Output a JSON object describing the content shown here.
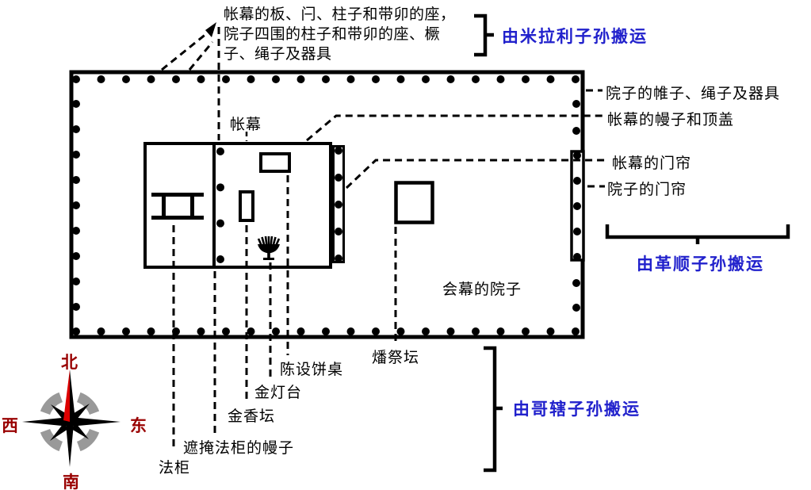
{
  "colors": {
    "carrier_text_blue": "#2121cc",
    "compass_label_red": "#990000",
    "compass_needle_red": "#dd0000",
    "compass_ring_gray": "#999999",
    "diagram_black": "#000000"
  },
  "notes": {
    "merari_items_lines": [
      "帐幕的板、闩、柱子和带卯的座，",
      "院子四围的柱子和带卯的座、橛",
      "子、绳子及器具"
    ]
  },
  "carriers": {
    "merari": "由米拉利子孙搬运",
    "gershon": "由革顺子孙搬运",
    "kohath": "由哥辖子孙搬运"
  },
  "labels": {
    "right": [
      "院子的帷子、绳子及器具",
      "帐幕的幔子和顶盖",
      "帐幕的门帘",
      "院子的门帘"
    ],
    "tent": "帐幕",
    "courtyard": "会幕的院子",
    "burnt_altar": "燔祭坛",
    "showbread_table": "陈设饼桌",
    "lampstand": "金灯台",
    "incense_altar": "金香坛",
    "veil": "遮掩法柜的幔子",
    "ark": "法柜"
  },
  "compass": {
    "north": "北",
    "south": "南",
    "west": "西",
    "east": "东"
  }
}
